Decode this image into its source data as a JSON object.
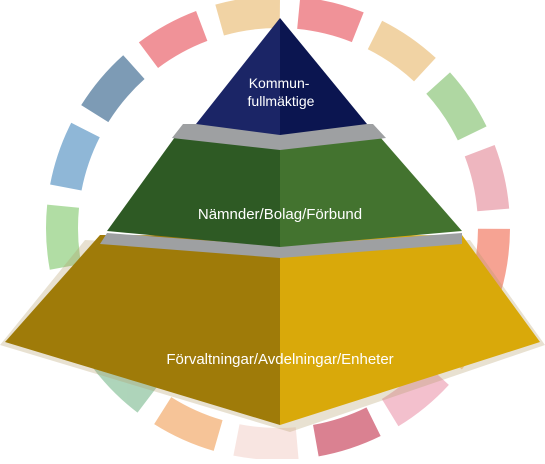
{
  "diagram": {
    "levels": [
      {
        "id": "top",
        "label_lines": [
          "Kommun-",
          "fullmäktige"
        ]
      },
      {
        "id": "middle",
        "label": "Nämnder/Bolag/Förbund"
      },
      {
        "id": "bottom",
        "label": "Förvaltningar/Avdelningar/Enheter"
      }
    ],
    "colors": {
      "top_left": "#1b2566",
      "top_right": "#0b1550",
      "middle_left": "#2e5a24",
      "middle_right": "#43732f",
      "bottom_left": "#9f7b09",
      "bottom_right": "#d9a90a",
      "separator": "#9ea0a2"
    },
    "ring_segment_colors": [
      "#e8515a",
      "#e9b96e",
      "#7fbf6a",
      "#e58a99",
      "#f26b52",
      "#f6b44a",
      "#ec9bb0",
      "#c4354f",
      "#f4d6cf",
      "#f1a15a",
      "#7dbb90",
      "#53a3dd",
      "#82c96e",
      "#4b8cc0",
      "#2f5e88"
    ]
  }
}
